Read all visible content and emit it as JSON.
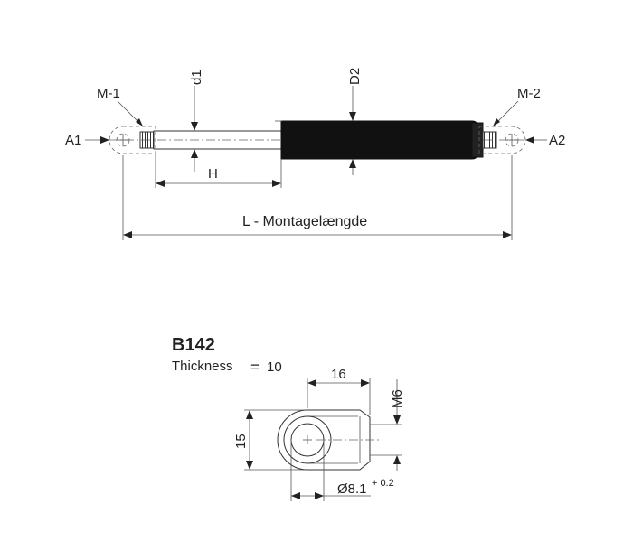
{
  "top_drawing": {
    "labels": {
      "m1": "M-1",
      "m2": "M-2",
      "a1": "A1",
      "a2": "A2",
      "d1": "d1",
      "d2": "D2",
      "h": "H",
      "length": "L - Montagelængde"
    },
    "colors": {
      "body": "#111111",
      "line": "#333333"
    }
  },
  "detail": {
    "part_number": "B142",
    "thickness_label": "Thickness",
    "thickness_eq": "=",
    "thickness_value": "10",
    "dim_length": "16",
    "dim_thread": "M6",
    "dim_height": "15",
    "dim_hole": "Ø8.1",
    "dim_hole_tol": "+ 0.2"
  }
}
